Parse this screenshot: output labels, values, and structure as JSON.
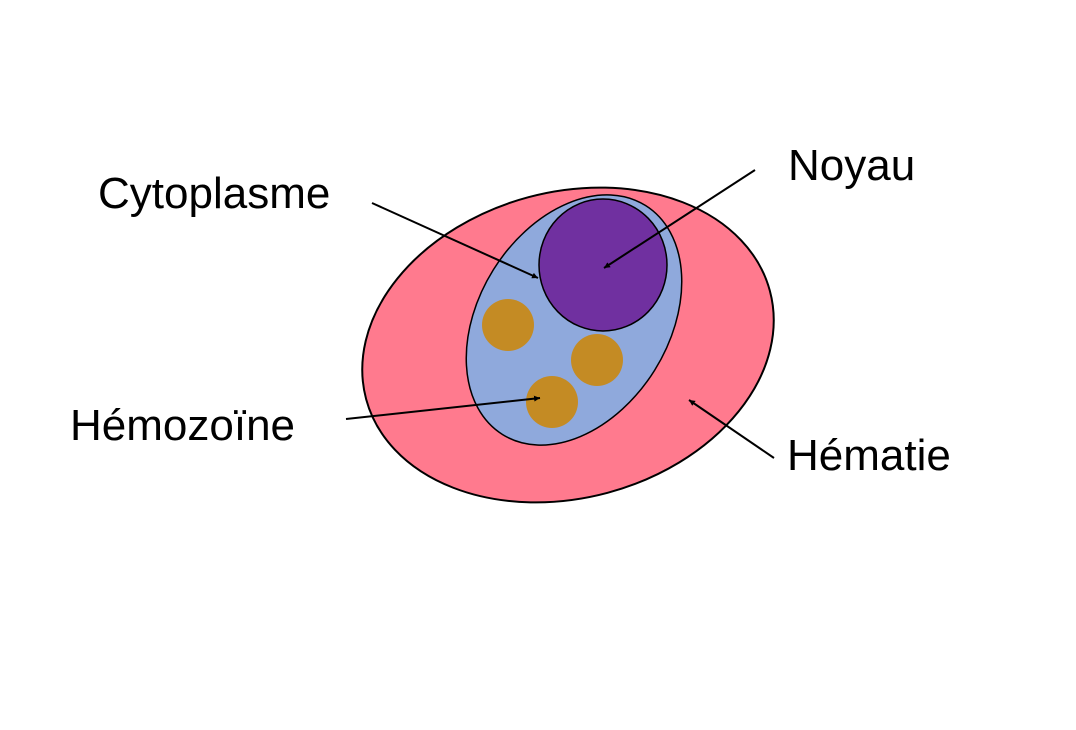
{
  "labels": {
    "cytoplasm": "Cytoplasme",
    "nucleus": "Noyau",
    "hemozoin": "Hémozoïne",
    "red_cell": "Hématie"
  },
  "colors": {
    "red_cell_fill": "#FF7A8E",
    "cytoplasm_fill": "#8FA9DC",
    "nucleus_fill": "#7030A0",
    "hemozoin_fill": "#C48B24",
    "outline": "#000000"
  }
}
